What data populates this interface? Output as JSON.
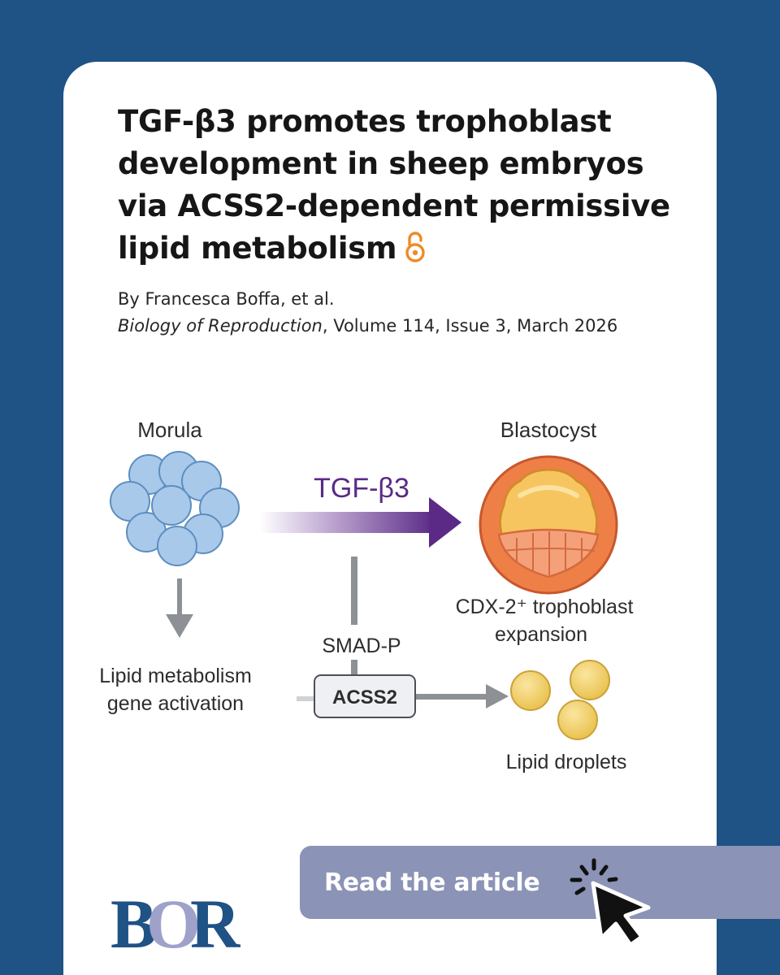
{
  "colors": {
    "background": "#1f5285",
    "card": "#ffffff",
    "button": "#8b93b6",
    "open_access": "#f08a24",
    "arrow_purple": "#5a2a86",
    "logo_blue": "#1f5285",
    "logo_lavender": "#9ea1c9"
  },
  "article": {
    "title": "TGF-β3 promotes trophoblast development in sheep embryos via ACSS2-dependent permissive lipid metabolism",
    "authors": "By Francesca Boffa, et al.",
    "journal": "Biology of Reproduction",
    "citation": ", Volume 114, Issue 3, March 2026",
    "open_access_icon": "open-lock-icon"
  },
  "figure": {
    "morula": "Morula",
    "blastocyst": "Blastocyst",
    "tgf": "TGF-β3",
    "smad": "SMAD-P",
    "acss2": "ACSS2",
    "lipid_gene_line1": "Lipid metabolism",
    "lipid_gene_line2": "gene activation",
    "cdx_line1": "CDX-2⁺ trophoblast",
    "cdx_line2": "expansion",
    "droplets": "Lipid droplets"
  },
  "cta": {
    "label": "Read the article",
    "icon": "cursor-click-icon"
  },
  "logo": {
    "text": "BOR"
  }
}
